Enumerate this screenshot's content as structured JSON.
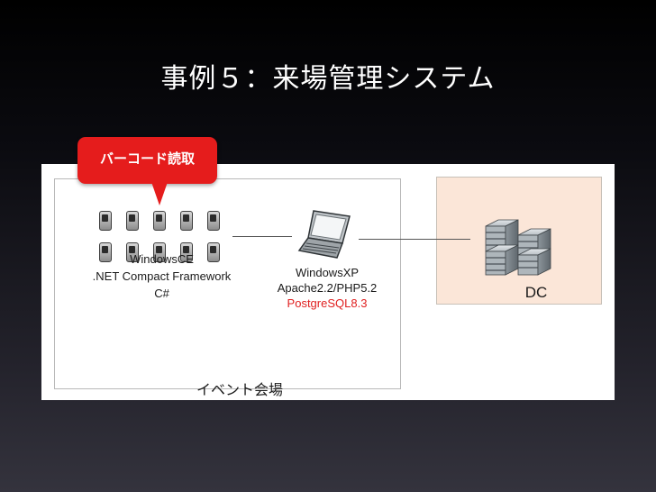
{
  "slide": {
    "title": "事例５：来場管理システム"
  },
  "callout": {
    "text": "バーコード読取"
  },
  "venue": {
    "label": "イベント会場",
    "handheld": {
      "line1": "WindowsCE",
      "line2": ".NET Compact Framework",
      "line3": "C#"
    },
    "server": {
      "line1": "WindowsXP",
      "line2": "Apache2.2/PHP5.2",
      "line3": "PostgreSQL8.3"
    }
  },
  "datacenter": {
    "label": "DC"
  },
  "colors": {
    "callout": "#e51c1c",
    "db_text": "#e02020",
    "dc_fill": "#fbe6d8"
  },
  "icons": {
    "handheld": "handheld-terminal-icon",
    "laptop": "laptop-icon",
    "server": "server-rack-icon"
  }
}
